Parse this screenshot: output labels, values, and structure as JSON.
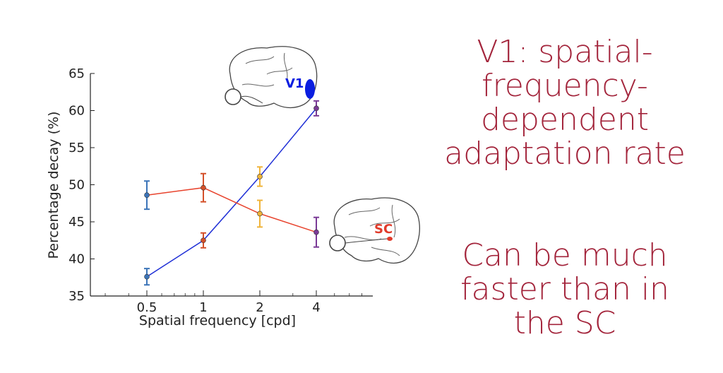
{
  "headline_1": [
    "V1: spatial-",
    "frequency-",
    "dependent",
    "adaptation rate"
  ],
  "headline_2": [
    "Can be much",
    "faster than in",
    "the SC"
  ],
  "colors": {
    "headline": "#a3243b",
    "v1_series": "#1f2fd6",
    "sc_series": "#e8432d",
    "sf_0_5": "#3b74b8",
    "sf_1": "#d4502a",
    "sf_2": "#f0b43a",
    "sf_4": "#7a3a96",
    "v1_region": "#0a1ee0",
    "sc_region": "#e03a2a"
  },
  "brains": {
    "v1_label": "V1",
    "sc_label": "SC"
  },
  "chart_data": {
    "type": "line",
    "xlabel": "Spatial frequency [cpd]",
    "ylabel": "Percentage decay (%)",
    "x_scale": "log",
    "x": [
      0.5,
      1,
      2,
      4
    ],
    "x_tick_labels": [
      "0.5",
      "1",
      "2",
      "4"
    ],
    "xlim": [
      0.25,
      8
    ],
    "ylim": [
      35,
      65
    ],
    "y_ticks": [
      35,
      40,
      45,
      50,
      55,
      60,
      65
    ],
    "grid": false,
    "point_colors": [
      "#3b74b8",
      "#d4502a",
      "#f0b43a",
      "#7a3a96"
    ],
    "series": [
      {
        "name": "V1",
        "line_color": "#1f2fd6",
        "values": [
          37.6,
          42.5,
          51.1,
          60.3
        ],
        "err": [
          1.1,
          1.0,
          1.3,
          1.0
        ]
      },
      {
        "name": "SC",
        "line_color": "#e8432d",
        "values": [
          48.6,
          49.6,
          46.1,
          43.6
        ],
        "err": [
          1.9,
          1.9,
          1.8,
          2.0
        ]
      }
    ]
  }
}
